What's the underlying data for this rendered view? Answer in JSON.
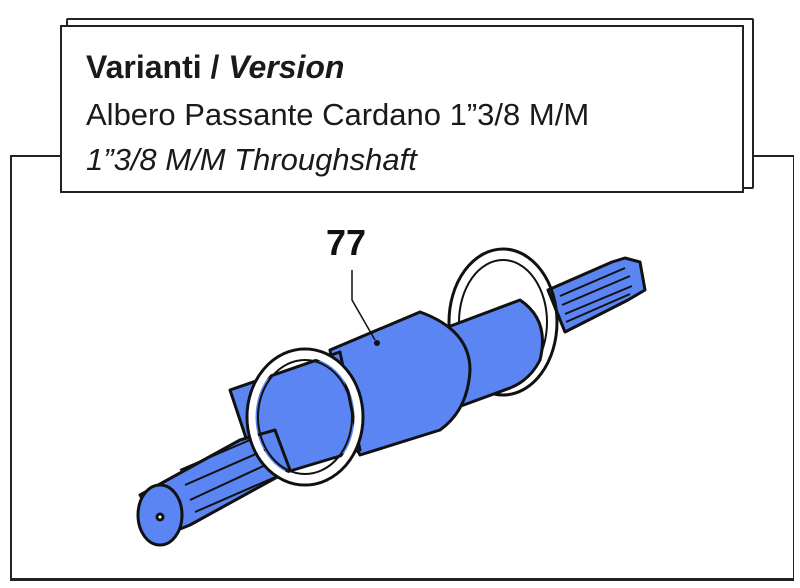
{
  "label": {
    "title_main": "Varianti",
    "title_sep": " / ",
    "title_alt": "Version",
    "line_it": "Albero Passante Cardano 1”3/8 M/M",
    "line_en": "1”3/8 M/M Throughshaft"
  },
  "callout": {
    "number": "77"
  },
  "colors": {
    "part_fill": "#5b85f2",
    "outline": "#111111"
  }
}
